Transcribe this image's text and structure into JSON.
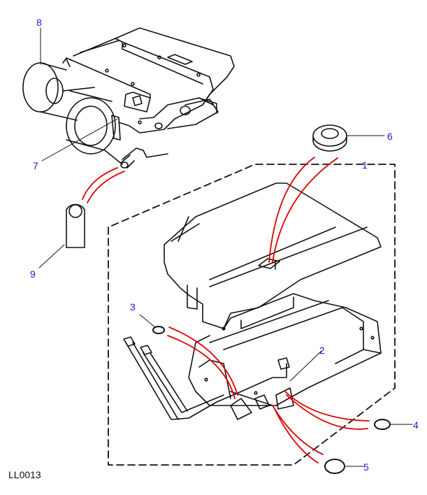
{
  "diagram": {
    "reference_code": "LL0013",
    "callout_color": "#1a1ad0",
    "leader_highlight_color": "#e00000",
    "parts": [
      {
        "id": "1",
        "label": "1",
        "component": "heater-cover-assembly"
      },
      {
        "id": "2",
        "label": "2",
        "component": "pipe-union-fitting"
      },
      {
        "id": "3",
        "label": "3",
        "component": "small-o-ring"
      },
      {
        "id": "4",
        "label": "4",
        "component": "o-ring"
      },
      {
        "id": "5",
        "label": "5",
        "component": "large-o-ring"
      },
      {
        "id": "6",
        "label": "6",
        "component": "grommet"
      },
      {
        "id": "7",
        "label": "7",
        "component": "blower-mount-bracket"
      },
      {
        "id": "8",
        "label": "8",
        "component": "blower-motor-assembly"
      },
      {
        "id": "9",
        "label": "9",
        "component": "drain-tube-elbow"
      }
    ]
  }
}
